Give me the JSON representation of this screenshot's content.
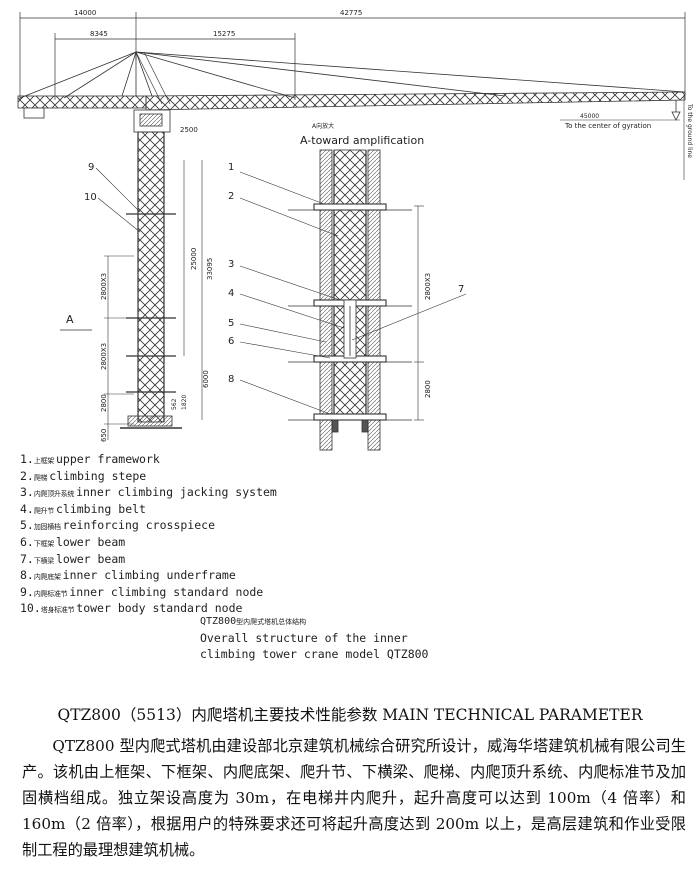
{
  "dims": {
    "d14000": "14000",
    "d42775": "42775",
    "d8345": "8345",
    "d15275": "15275",
    "d2500": "2500",
    "d45000": "45000",
    "d25000": "25000",
    "d33095": "33095",
    "d2800x3_a": "2800X3",
    "d2800x3_b": "2800X3",
    "d2800x3_c": "2800X3",
    "d2800_a": "2800",
    "d2800_b": "2800",
    "d6000": "6000",
    "d562": "562",
    "d1820": "1820",
    "d650": "650",
    "ground_label": "To the ground line",
    "gyration_label": "To the center of gyration"
  },
  "labels": {
    "n1": "1",
    "n2": "2",
    "n3": "3",
    "n4": "4",
    "n5": "5",
    "n6": "6",
    "n7": "7",
    "n8": "8",
    "n9": "9",
    "n10": "10",
    "view_a": "A",
    "view_cn": "A向放大",
    "view_en": "A-toward amplification"
  },
  "legend": [
    {
      "num": "1.",
      "cn": "上框架",
      "en": "upper framework"
    },
    {
      "num": "2.",
      "cn": "爬梯",
      "en": "climbing stepe"
    },
    {
      "num": "3.",
      "cn": "内爬顶升系统",
      "en": "inner climbing jacking system"
    },
    {
      "num": "4.",
      "cn": "爬升节",
      "en": "climbing belt"
    },
    {
      "num": "5.",
      "cn": "加固横档",
      "en": "reinforcing crosspiece"
    },
    {
      "num": "6.",
      "cn": "下框架",
      "en": "lower beam"
    },
    {
      "num": "7.",
      "cn": "下横梁",
      "en": "lower beam"
    },
    {
      "num": "8.",
      "cn": "内爬底架",
      "en": "inner climbing underframe"
    },
    {
      "num": "9.",
      "cn": "内爬标准节",
      "en": "inner climbing standard node"
    },
    {
      "num": "10.",
      "cn": "塔身标准节",
      "en": "tower body standard node"
    }
  ],
  "caption": {
    "model": "QTZ800",
    "model_cn": "型内爬式塔机总体结构",
    "line1": "Overall structure of the inner",
    "line2": "climbing tower crane model QTZ800"
  },
  "parameter_title": "QTZ800（5513）内爬塔机主要技术性能参数 MAIN TECHNICAL PARAMETER",
  "parameter_body": "QTZ800 型内爬式塔机由建设部北京建筑机械综合研究所设计，威海华塔建筑机械有限公司生产。该机由上框架、下框架、内爬底架、爬升节、下横梁、爬梯、内爬顶升系统、内爬标准节及加固横档组成。独立架设高度为 30m，在电梯井内爬升，起升高度可以达到 100m（4 倍率）和 160m（2 倍率），根据用户的特殊要求还可将起升高度达到 200m 以上，是高层建筑和作业受限制工程的最理想建筑机械。"
}
